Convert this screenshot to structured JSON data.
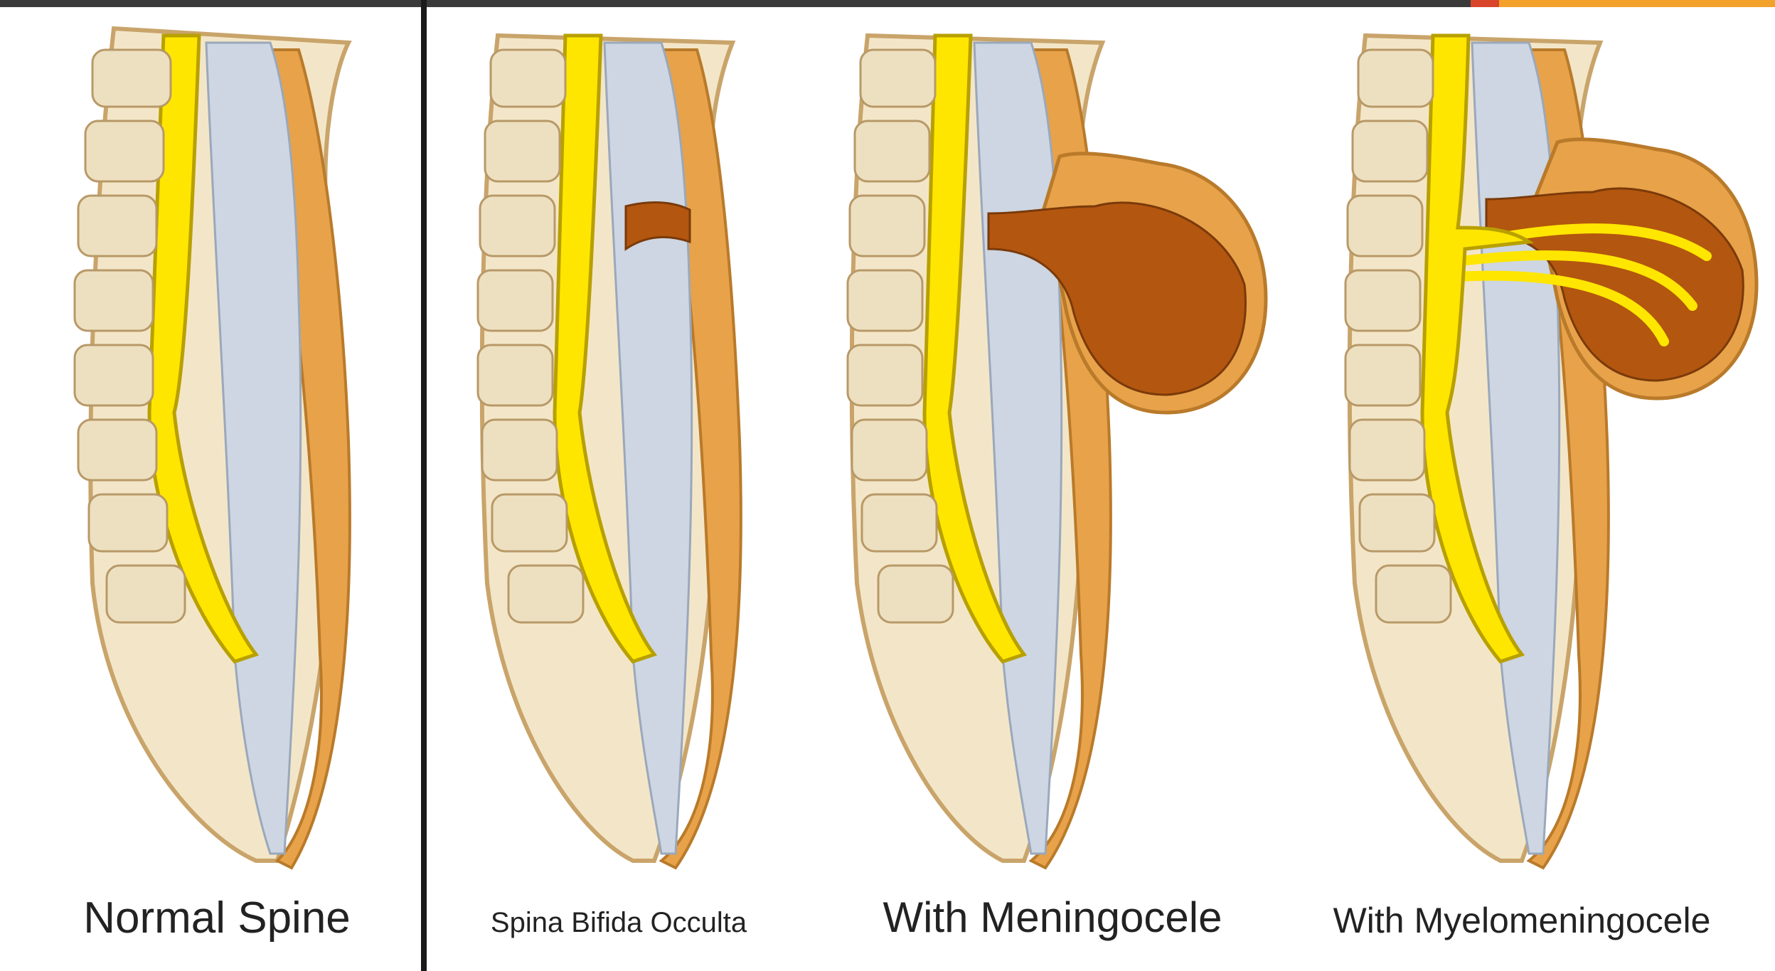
{
  "captions": {
    "normal": "Normal Spine",
    "occulta": "Spina Bifida Occulta",
    "meningocele": "With Meningocele",
    "myelomeningocele": "With Myelomeningocele"
  },
  "colors": {
    "bone": "#f3e6c8",
    "bone_edge": "#c9a46a",
    "cord": "#ffe600",
    "cord_edge": "#b8a000",
    "csf_space": "#cdd6e2",
    "skin": "#e8a24a",
    "sac": "#b3560f",
    "divider": "#1a1a1a"
  }
}
